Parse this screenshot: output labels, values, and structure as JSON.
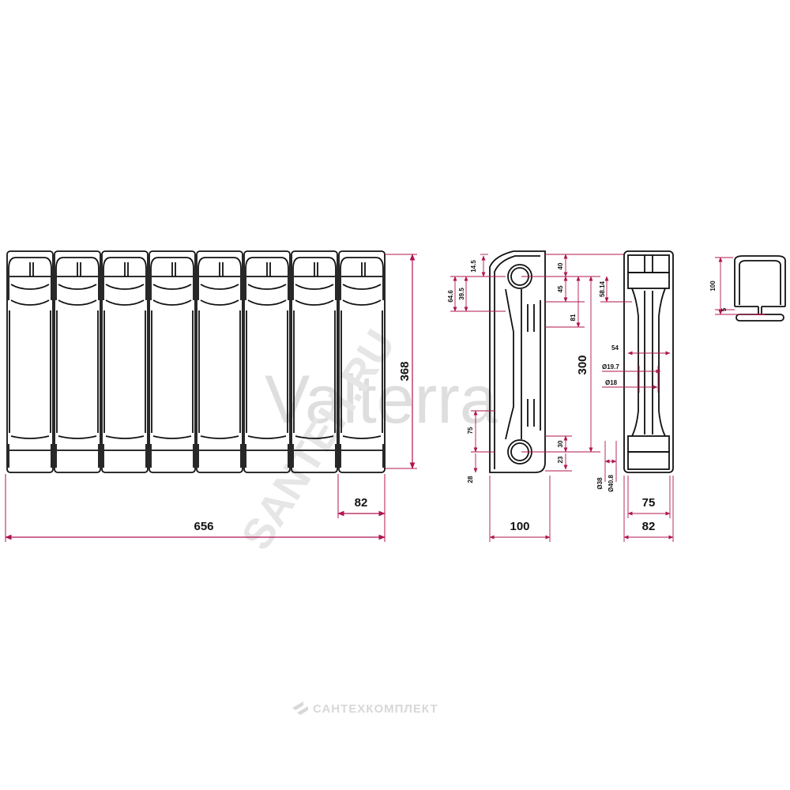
{
  "colors": {
    "dimension": "#b0154f",
    "outline": "#111111",
    "watermark": "#dcdcdc"
  },
  "watermark": {
    "brand": "Valterra",
    "site": "SANTEH.RU"
  },
  "footer": {
    "logo_icon": "sk-logo-icon",
    "text": "САНТЕХКОМПЛЕКТ"
  },
  "front_view": {
    "total_width": "656",
    "section_width": "82",
    "height": "368"
  },
  "side_view": {
    "axis_distance": "300",
    "depth": "100",
    "dims": {
      "d14_5": "14.5",
      "d40": "40",
      "d39_5": "39.5",
      "d64_6": "64.6",
      "d45": "45",
      "d81": "81",
      "d75": "75",
      "d30": "30",
      "d23": "23",
      "d28": "28"
    }
  },
  "end_view": {
    "inner_width": "75",
    "outer_width": "82",
    "dims": {
      "d58_14": "58.14",
      "d54": "54",
      "d19_7": "Ø19.7",
      "d18": "Ø18",
      "d38": "Ø38",
      "d40_8": "Ø40.8"
    }
  },
  "profile_view": {
    "height": "100",
    "gap": "5"
  }
}
